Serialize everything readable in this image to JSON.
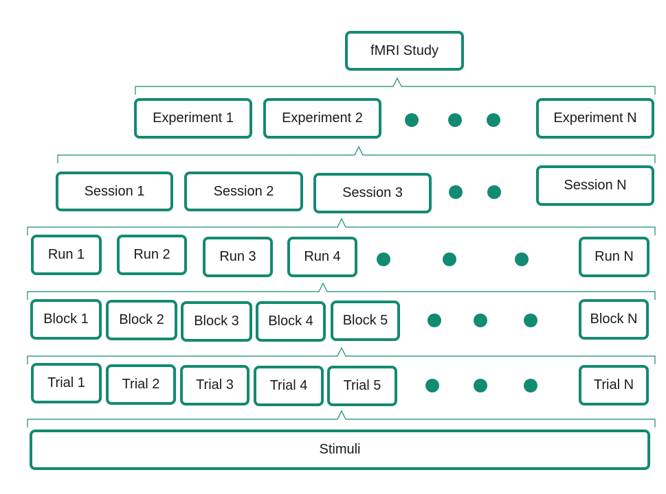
{
  "colors": {
    "accent": "#138a72",
    "text": "#1a1a1a",
    "background": "#ffffff"
  },
  "root": {
    "label": "fMRI Study"
  },
  "experiments": [
    "Experiment 1",
    "Experiment 2",
    "Experiment N"
  ],
  "sessions": [
    "Session 1",
    "Session 2",
    "Session 3",
    "Session N"
  ],
  "runs": [
    "Run 1",
    "Run 2",
    "Run 3",
    "Run 4",
    "Run N"
  ],
  "blocks": [
    "Block 1",
    "Block 2",
    "Block 3",
    "Block 4",
    "Block 5",
    "Block N"
  ],
  "trials": [
    "Trial 1",
    "Trial 2",
    "Trial 3",
    "Trial 4",
    "Trial 5",
    "Trial N"
  ],
  "stimuli": {
    "label": "Stimuli"
  }
}
